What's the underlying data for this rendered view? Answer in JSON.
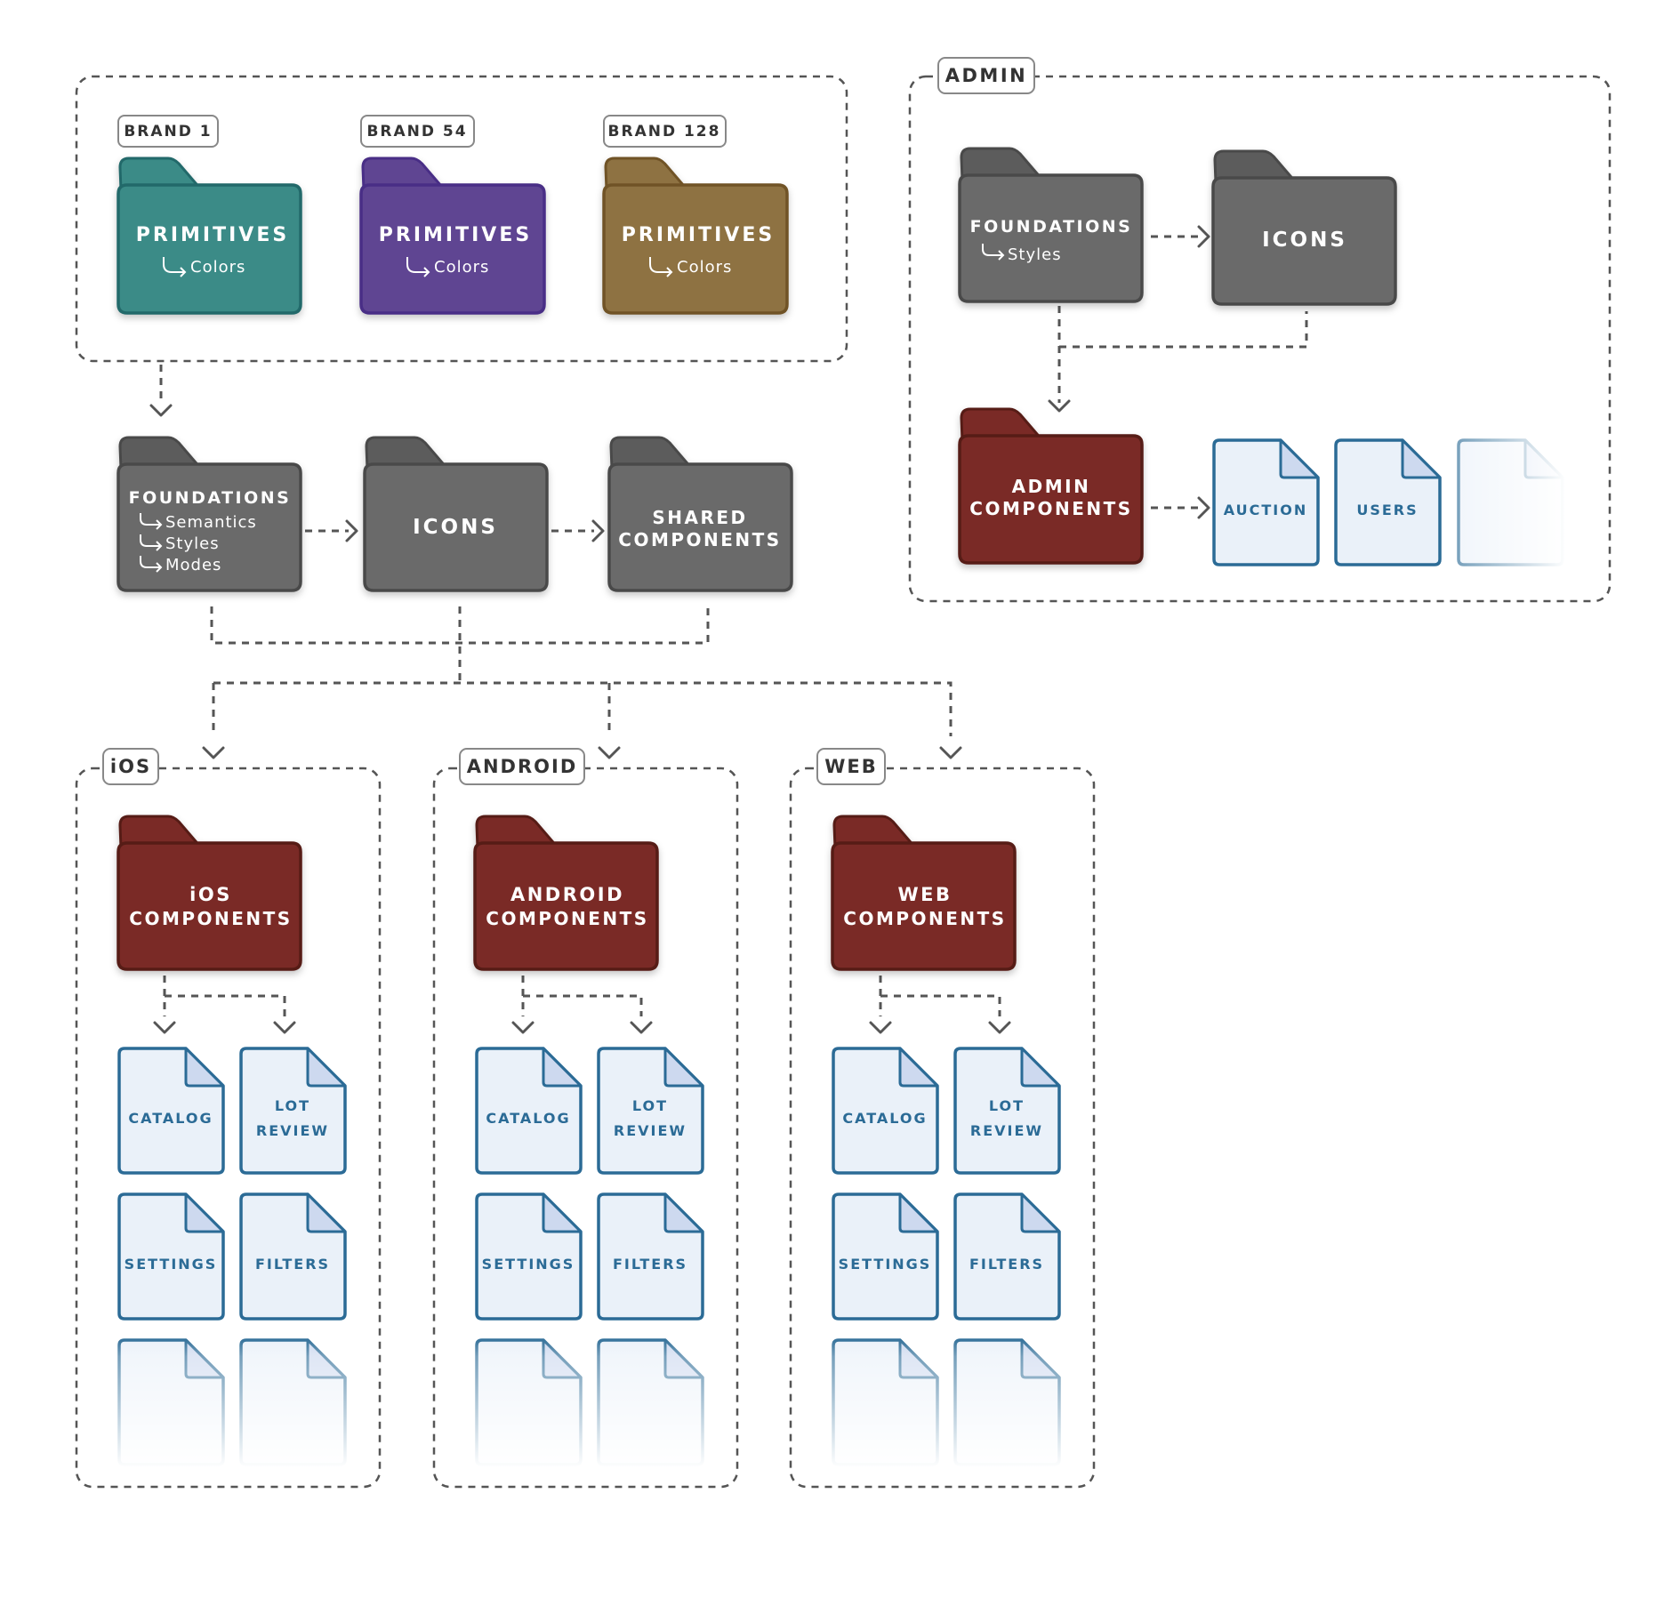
{
  "colors": {
    "gray": "#6b6b6b",
    "gray_tab": "#5a5a5a",
    "gray_border": "#4a4a4a",
    "brand1": "#3a8b87",
    "brand1_border": "#23696a",
    "brand54": "#5e4592",
    "brand54_border": "#482e86",
    "brand128": "#8e7242",
    "brand128_border": "#705328",
    "components": "#7a2b25",
    "components_border": "#561b17",
    "doc_fill": "#eaf1f9",
    "doc_border": "#2b6b96",
    "doc_fold": "#cdd9ef",
    "doc_text": "#2b6b96",
    "dash": "#555555",
    "badge_border": "#888888",
    "badge_text": "#333333"
  },
  "brands": [
    {
      "label": "BRAND 1",
      "folder_title": "PRIMITIVES",
      "folder_sub": "Colors",
      "color_key": "brand1"
    },
    {
      "label": "BRAND 54",
      "folder_title": "PRIMITIVES",
      "folder_sub": "Colors",
      "color_key": "brand54"
    },
    {
      "label": "BRAND 128",
      "folder_title": "PRIMITIVES",
      "folder_sub": "Colors",
      "color_key": "brand128"
    }
  ],
  "core": {
    "foundations": {
      "title": "FOUNDATIONS",
      "items": [
        "Semantics",
        "Styles",
        "Modes"
      ]
    },
    "icons": {
      "title": "ICONS"
    },
    "shared": {
      "title_lines": [
        "SHARED",
        "COMPONENTS"
      ]
    }
  },
  "admin": {
    "label": "ADMIN",
    "foundations": {
      "title": "FOUNDATIONS",
      "items": [
        "Styles"
      ]
    },
    "icons": {
      "title": "ICONS"
    },
    "components": {
      "title_lines": [
        "ADMIN",
        "COMPONENTS"
      ]
    },
    "files": [
      "AUCTION",
      "USERS"
    ]
  },
  "platforms": [
    {
      "label": "iOS",
      "components_lines": [
        "iOS",
        "COMPONENTS"
      ],
      "files": [
        [
          "CATALOG"
        ],
        [
          "LOT",
          "REVIEW"
        ],
        [
          "SETTINGS"
        ],
        [
          "FILTERS"
        ]
      ]
    },
    {
      "label": "ANDROID",
      "components_lines": [
        "ANDROID",
        "COMPONENTS"
      ],
      "files": [
        [
          "CATALOG"
        ],
        [
          "LOT",
          "REVIEW"
        ],
        [
          "SETTINGS"
        ],
        [
          "FILTERS"
        ]
      ]
    },
    {
      "label": "WEB",
      "components_lines": [
        "WEB",
        "COMPONENTS"
      ],
      "files": [
        [
          "CATALOG"
        ],
        [
          "LOT",
          "REVIEW"
        ],
        [
          "SETTINGS"
        ],
        [
          "FILTERS"
        ]
      ]
    }
  ]
}
